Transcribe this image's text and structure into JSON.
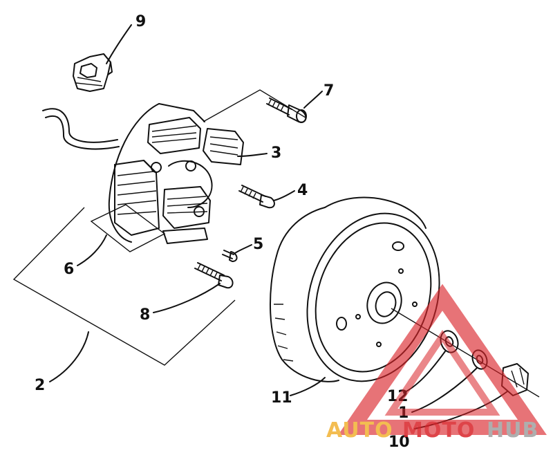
{
  "callouts": {
    "c1": "1",
    "c2": "2",
    "c3": "3",
    "c4": "4",
    "c5": "5",
    "c6": "6",
    "c7": "7",
    "c8": "8",
    "c9": "9",
    "c10": "10",
    "c11": "11",
    "c12": "12"
  },
  "watermark": {
    "auto": "AUTO",
    "moto": "MOTO",
    "hub": "HUB"
  },
  "colors": {
    "line": "#111111",
    "watermark_orange": "#F2B233",
    "watermark_red": "#D9242A",
    "watermark_gray": "#A0A0A0"
  }
}
